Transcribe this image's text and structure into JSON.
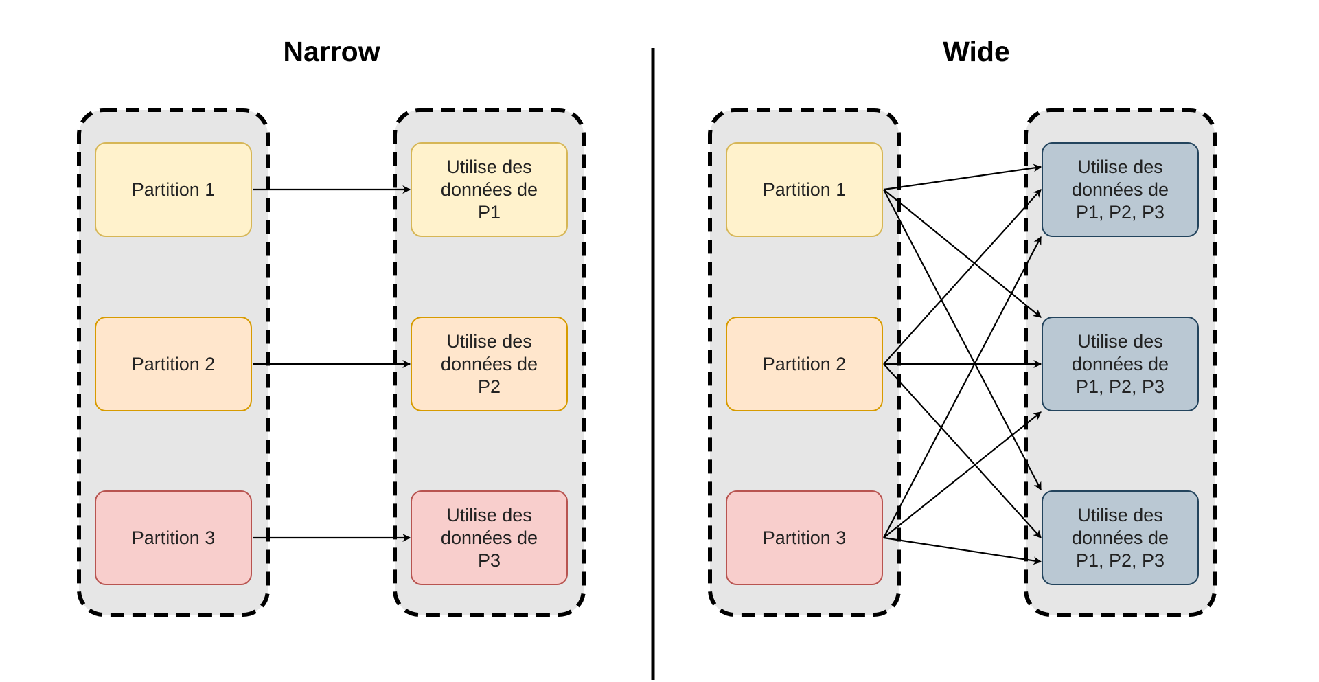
{
  "panels": {
    "narrow": {
      "title": "Narrow",
      "sources": [
        "Partition 1",
        "Partition 2",
        "Partition 3"
      ],
      "targets": [
        "Utilise des\ndonnées de\nP1",
        "Utilise des\ndonnées de\nP2",
        "Utilise des\ndonnées de\nP3"
      ]
    },
    "wide": {
      "title": "Wide",
      "sources": [
        "Partition 1",
        "Partition 2",
        "Partition 3"
      ],
      "targets": [
        "Utilise des\ndonnées de\nP1, P2, P3",
        "Utilise des\ndonnées de\nP1, P2, P3",
        "Utilise des\ndonnées de\nP1, P2, P3"
      ]
    }
  },
  "colors": {
    "group_fill": "#e6e6e6",
    "group_border": "#000000",
    "partition_1": {
      "fill": "#fff2cc",
      "border": "#d6b656"
    },
    "partition_2": {
      "fill": "#ffe6cc",
      "border": "#d79b00"
    },
    "partition_3": {
      "fill": "#f8cecc",
      "border": "#b85450"
    },
    "wide_target": {
      "fill": "#bac8d3",
      "border": "#23445d"
    },
    "arrow": "#000000"
  }
}
